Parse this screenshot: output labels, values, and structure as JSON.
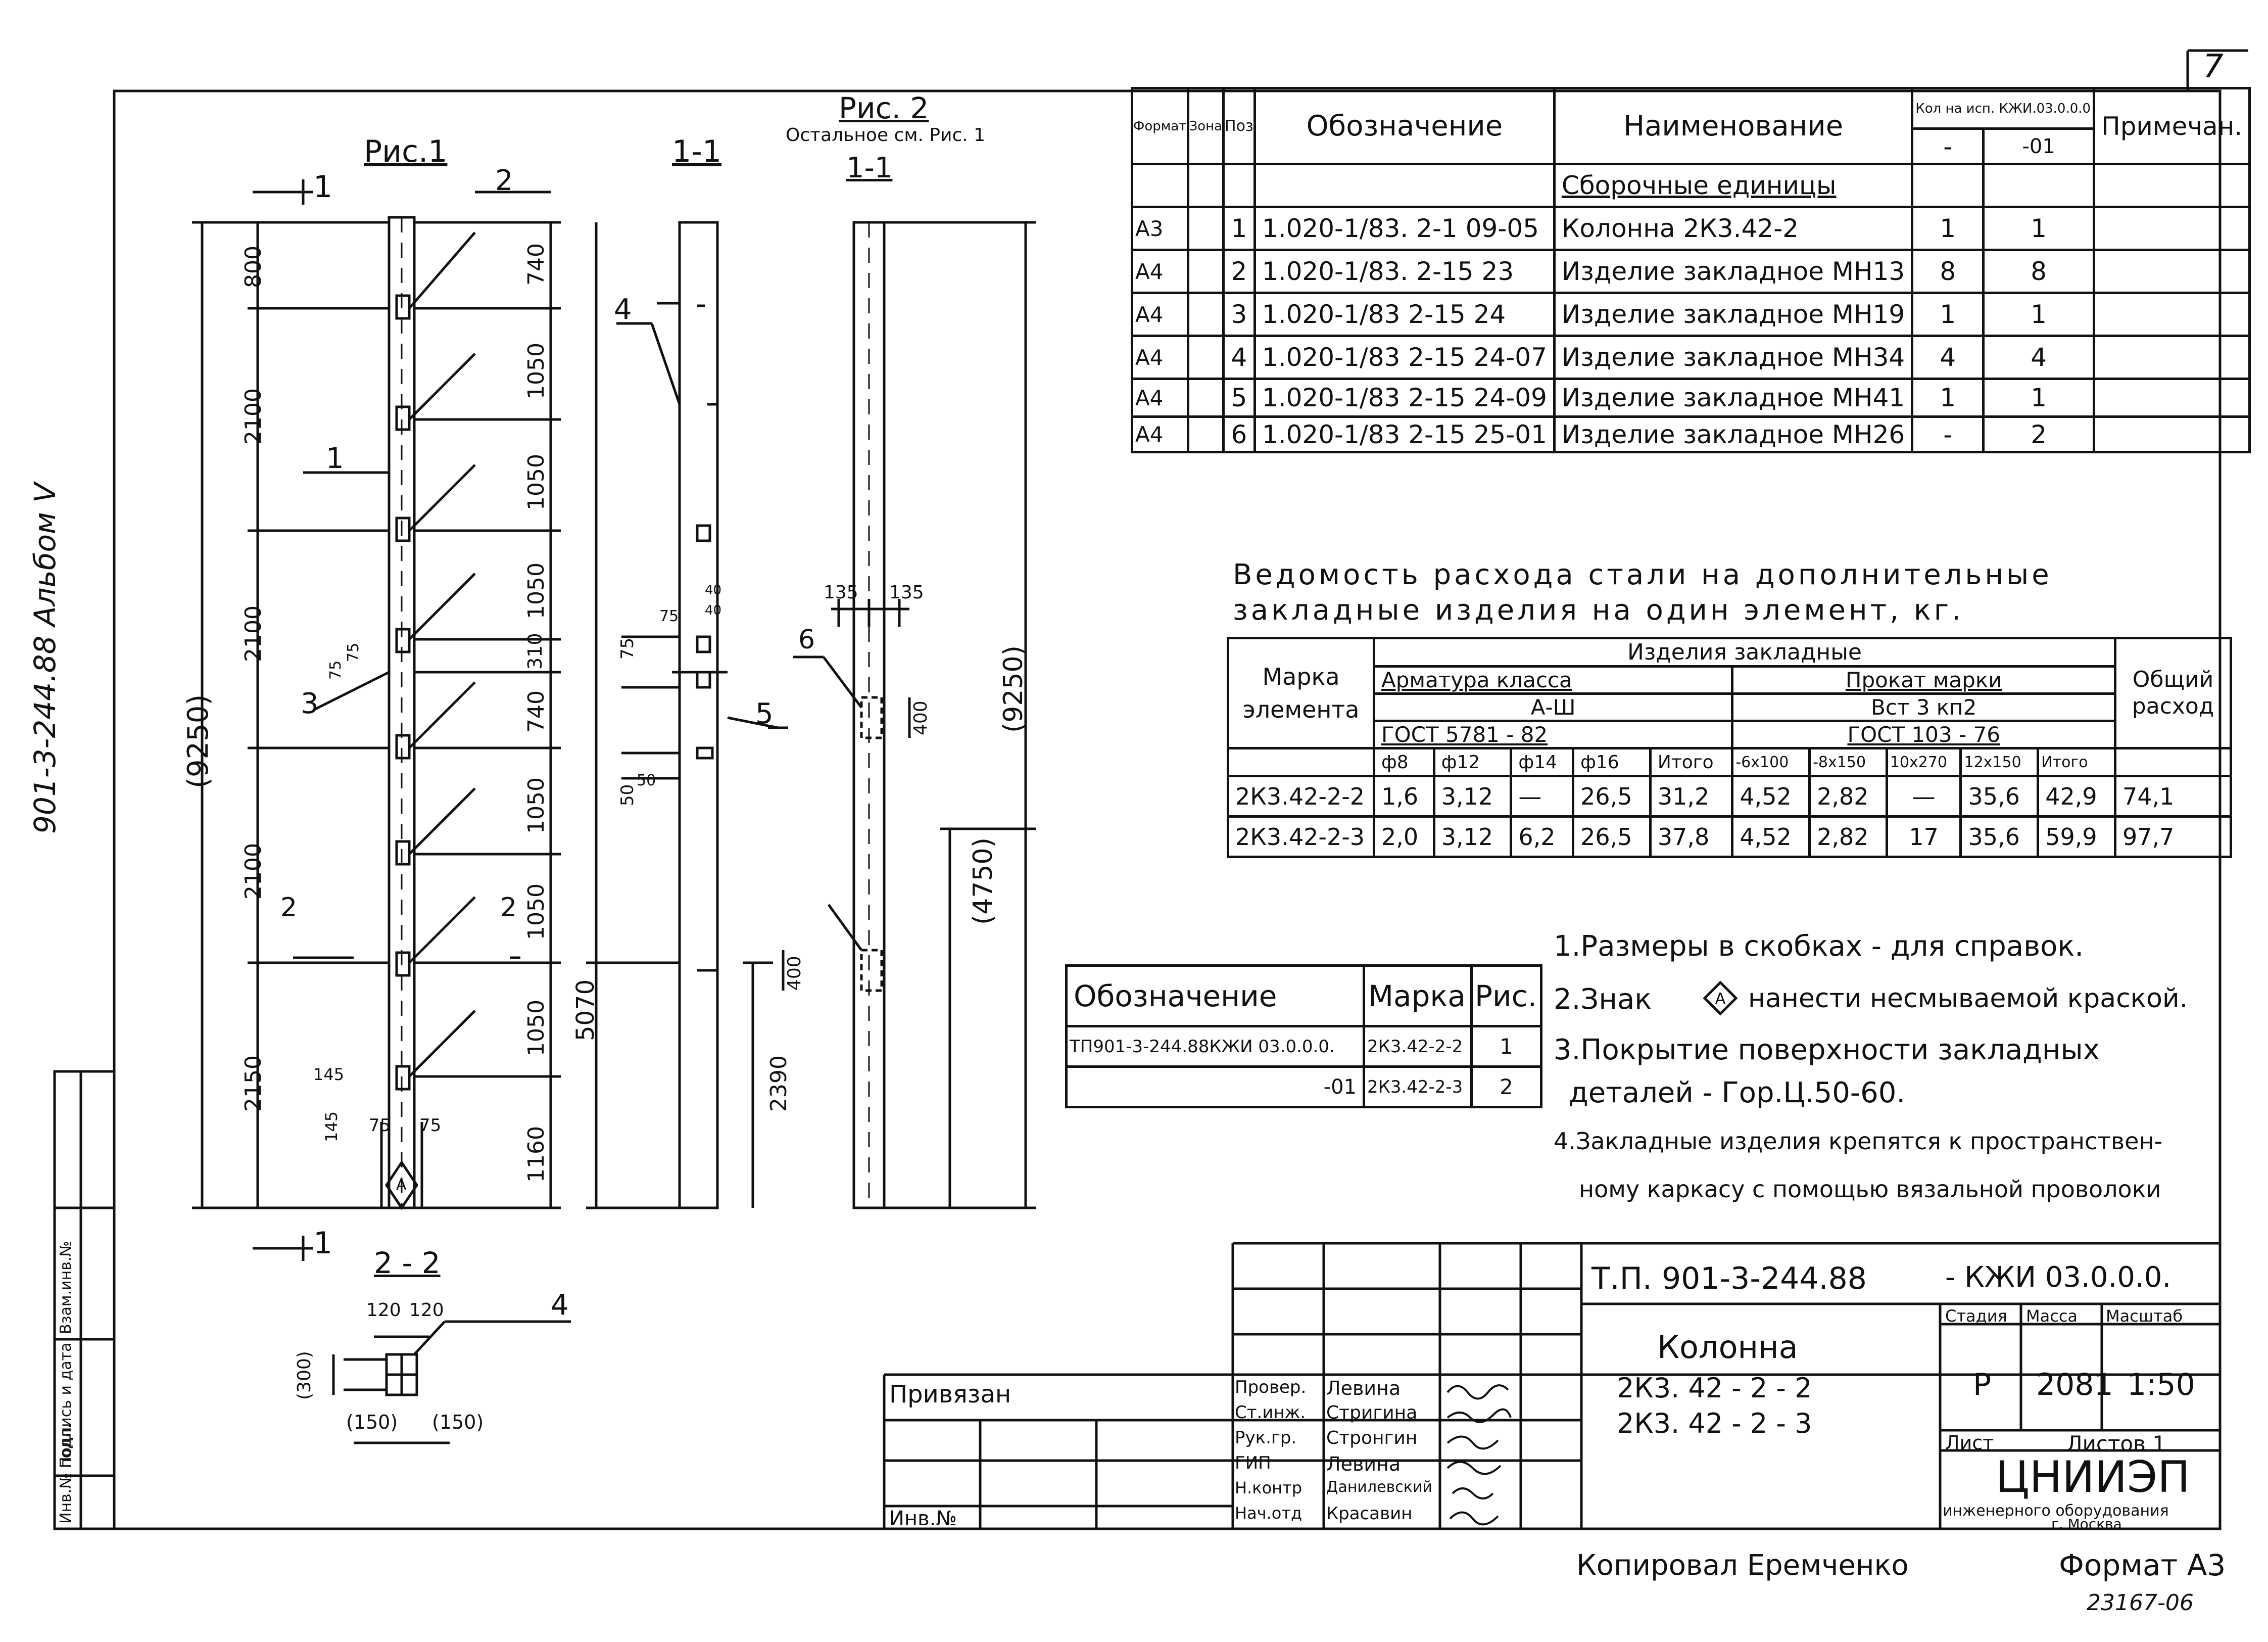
{
  "page_number": "7",
  "album_label": "901-3-244.88 Альбом V",
  "side_stamp": [
    "Инв.№ подл.",
    "Подпись и дата",
    "Взам.инв.№"
  ],
  "fig1": {
    "title": "Рис.1",
    "section_mark": "1",
    "bottom_section_mark": "1",
    "overall": "(9250)",
    "left_dims": [
      "800",
      "2100",
      "2100",
      "2100",
      "2150"
    ],
    "right_dims": [
      "740",
      "1050",
      "1050",
      "1050",
      "310",
      "740",
      "1050",
      "1050",
      "1050",
      "1160"
    ],
    "small_dims": [
      "75",
      "75",
      "145",
      "145",
      "75",
      "75"
    ],
    "callouts": [
      "1",
      "2",
      "3",
      "2",
      "2",
      "1"
    ],
    "marker": "А"
  },
  "sec11": {
    "title": "1-1",
    "callout4": "4",
    "callout5": "5",
    "dims": [
      "75",
      "50",
      "50",
      "75",
      "40",
      "40"
    ],
    "height": "5070",
    "height2": "2390"
  },
  "fig2": {
    "title": "Рис. 2",
    "subtitle": "Остальное см. Рис. 1",
    "section": "1-1",
    "dim_left": "135",
    "dim_right": "135",
    "callout6": "6",
    "dim400a": "400",
    "dim400b": "400",
    "overall": "(9250)",
    "part": "(4750)"
  },
  "sec22": {
    "title": "2 - 2",
    "dim_left": "120",
    "dim_right": "120",
    "height": "(300)",
    "bot_left": "(150)",
    "bot_right": "(150)",
    "callout": "4"
  },
  "spec_table": {
    "headers": {
      "format": "Формат",
      "zone": "Зона",
      "pos": "Поз",
      "designation": "Обозначение",
      "name": "Наименование",
      "qty": "Кол на исп. КЖИ.03.0.0.0",
      "qty_a": "-",
      "qty_b": "-01",
      "note": "Примечан."
    },
    "section": "Сборочные единицы",
    "rows": [
      {
        "format": "А3",
        "pos": "1",
        "designation": "1.020-1/83. 2-1  09-05",
        "name": "Колонна 2К3.42-2",
        "a": "1",
        "b": "1"
      },
      {
        "format": "А4",
        "pos": "2",
        "designation": "1.020-1/83. 2-15  23",
        "name": "Изделие закладное МН13",
        "a": "8",
        "b": "8"
      },
      {
        "format": "А4",
        "pos": "3",
        "designation": "1.020-1/83 2-15  24",
        "name": "Изделие закладное МН19",
        "a": "1",
        "b": "1"
      },
      {
        "format": "А4",
        "pos": "4",
        "designation": "1.020-1/83 2-15  24-07",
        "name": "Изделие закладное МН34",
        "a": "4",
        "b": "4"
      },
      {
        "format": "А4",
        "pos": "5",
        "designation": "1.020-1/83 2-15  24-09",
        "name": "Изделие закладное МН41",
        "a": "1",
        "b": "1"
      },
      {
        "format": "А4",
        "pos": "6",
        "designation": "1.020-1/83 2-15  25-01",
        "name": "Изделие закладное МН26",
        "a": "-",
        "b": "2"
      }
    ]
  },
  "steel": {
    "title_line1": "Ведомость расхода стали на дополнительные",
    "title_line2": "закладные изделия на один элемент, кг.",
    "h_mark": "Марка элемента",
    "h_items": "Изделия  закладные",
    "h_armature": "Арматура класса",
    "h_armature_class": "А-Ш",
    "h_armature_gost": "ГОСТ 5781 - 82",
    "h_prokat": "Прокат  марки",
    "h_prokat_mark": "Вст 3 кп2",
    "h_prokat_gost": "ГОСТ  103 - 76",
    "h_total": "Общий расход",
    "cols": [
      "ф8",
      "ф12",
      "ф14",
      "ф16",
      "Итого",
      "-6x100",
      "-8x150",
      "10x270",
      "12x150",
      "Итого"
    ],
    "rows": [
      {
        "mark": "2К3.42-2-2",
        "vals": [
          "1,6",
          "3,12",
          "—",
          "26,5",
          "31,2",
          "4,52",
          "2,82",
          "—",
          "35,6",
          "42,9"
        ],
        "total": "74,1"
      },
      {
        "mark": "2К3.42-2-3",
        "vals": [
          "2,0",
          "3,12",
          "6,2",
          "26,5",
          "37,8",
          "4,52",
          "2,82",
          "17",
          "35,6",
          "59,9"
        ],
        "total": "97,7"
      }
    ]
  },
  "marks_table": {
    "h_designation": "Обозначение",
    "h_mark": "Марка",
    "h_fig": "Рис.",
    "rows": [
      {
        "designation": "ТП901-3-244.88КЖИ 03.0.0.0.",
        "mark": "2К3.42-2-2",
        "fig": "1"
      },
      {
        "designation": "-01",
        "mark": "2К3.42-2-3",
        "fig": "2"
      }
    ]
  },
  "notes": [
    "1.Размеры в скобках - для справок.",
    "2.Знак",
    "нанести несмываемой краской.",
    "3.Покрытие поверхности закладных",
    "деталей - Гор.Ц.50-60.",
    "4.Закладные изделия крепятся к пространствен-",
    "ному каркасу с помощью вязальной проволоки"
  ],
  "title_block": {
    "doc_code": "Т.П. 901-3-244.88",
    "doc_suffix": "- КЖИ 03.0.0.0.",
    "object": "Колонна",
    "object_marks": [
      "2К3. 42 - 2 - 2",
      "2К3. 42 - 2 - 3"
    ],
    "stage_h": "Стадия",
    "mass_h": "Масса",
    "scale_h": "Масштаб",
    "stage": "Р",
    "mass": "2081",
    "scale": "1:50",
    "sheet_h": "Лист",
    "sheets_h": "Листов 1",
    "org": "ЦНИИЭП",
    "org_sub": "инженерного оборудования",
    "org_city": "г. Москва",
    "privyazan": "Привязан",
    "inv": "Инв.№",
    "roles": [
      {
        "role": "Провер.",
        "name": "Левина"
      },
      {
        "role": "Ст.инж.",
        "name": "Стригина"
      },
      {
        "role": "Рук.гр.",
        "name": "Стронгин"
      },
      {
        "role": "ГИП",
        "name": "Левина"
      },
      {
        "role": "Н.контр",
        "name": "Данилевский"
      },
      {
        "role": "Нач.отд",
        "name": "Красавин"
      }
    ]
  },
  "copied_by": "Копировал Еремченко",
  "format": "Формат А3",
  "archive_no": "23167-06"
}
